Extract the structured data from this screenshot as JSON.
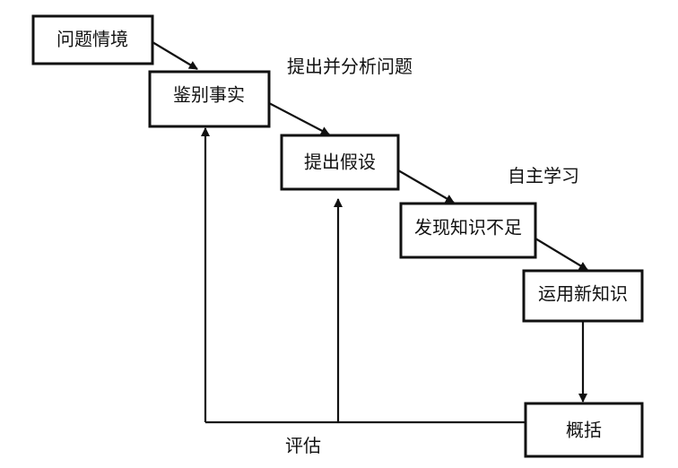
{
  "diagram": {
    "nodes": {
      "problem_situation": "问题情境",
      "identify_facts": "鉴别事实",
      "propose_hypothesis": "提出假设",
      "discover_knowledge_gap": "发现知识不足",
      "apply_new_knowledge": "运用新知识",
      "summarize": "概括"
    },
    "annotations": {
      "raise_and_analyze": "提出并分析问题",
      "self_directed_learning": "自主学习",
      "evaluate": "评估"
    }
  }
}
